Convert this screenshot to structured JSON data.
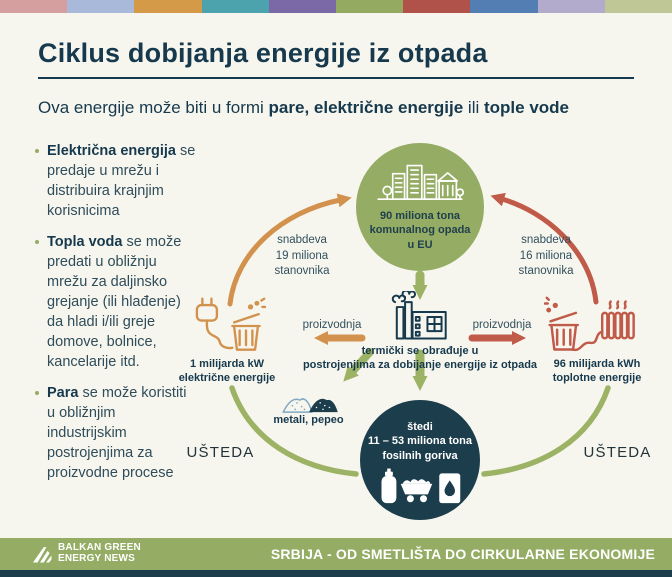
{
  "stripes": [
    "#d59f9f",
    "#a9b9d9",
    "#d49a47",
    "#4ca3ad",
    "#7b68a6",
    "#93aa60",
    "#b05249",
    "#527eb3",
    "#b2abcb",
    "#bec795"
  ],
  "colors": {
    "background": "#f7f6ee",
    "navy": "#16394d",
    "green": "#94ac63",
    "arrow_green": "#9cb265",
    "orange": "#d2924e",
    "red": "#c05a49",
    "teal_dark": "#1c3e4c",
    "pile_blue": "#7fa8c4"
  },
  "header": {
    "title": "Ciklus dobijanja energije iz otpada",
    "subtitle": {
      "lead": "Ova energije može biti u formi ",
      "bold1": "pare, električne energije",
      "mid": " ili ",
      "bold2": "tople vode"
    }
  },
  "sidebar": {
    "items": [
      {
        "term": "Električna energija",
        "text": " se predaje u mrežu i distribuira krajnjim korisnicima"
      },
      {
        "term": "Topla voda",
        "text": " se može predati u obližnju mrežu za daljinsko grejanje (ili hlađenje) da hladi i/ili greje domove, bolnice, kancelarije itd."
      },
      {
        "term": "Para",
        "text": " se može koristiti u obližnjim industrijskim postrojenjima za proizvodne procese"
      }
    ]
  },
  "diagram": {
    "top_circle": {
      "line1": "90 miliona tona",
      "line2": "komunalnog opada",
      "line3": "u EU"
    },
    "supply_left": {
      "line1": "snabdeva",
      "line2": "19 miliona",
      "line3": "stanovnika"
    },
    "supply_right": {
      "line1": "snabdeva",
      "line2": "16 miliona",
      "line3": "stanovnika"
    },
    "production_left": "proizvodnja",
    "production_right": "proizvodnja",
    "factory_caption": {
      "line1": "termički se obrađuje u",
      "line2": "postrojenjima za dobijanje energije iz otpada"
    },
    "electricity_caption": {
      "line1": "1 milijarda kW",
      "line2": "električne energije"
    },
    "heat_caption": {
      "line1": "96 milijarda kWh",
      "line2": "toplotne energije"
    },
    "metals_caption": "metali, pepeo",
    "bottom_circle": {
      "line1": "štedi",
      "line2": "11 – 53 miliona tona",
      "line3": "fosilnih goriva"
    },
    "savings_left": "UŠTEDA",
    "savings_right": "UŠTEDA"
  },
  "footer": {
    "logo_line1": "BALKAN GREEN",
    "logo_line2": "ENERGY NEWS",
    "tagline": "SRBIJA - OD SMETLIŠTA DO CIRKULARNE EKONOMIJE"
  }
}
